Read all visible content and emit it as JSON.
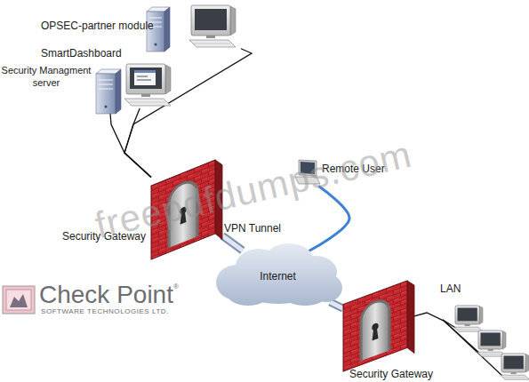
{
  "diagram": {
    "nodes": [
      {
        "text": [
          "OPSEC-partner module"
        ]
      },
      {
        "text": [
          "SmartDashboard"
        ]
      },
      {
        "text": [
          "Security Managment server"
        ]
      },
      {
        "text": [
          "Security Gateway"
        ]
      },
      {
        "text": [
          "Remote User"
        ]
      },
      {
        "text": [
          "Internet"
        ]
      },
      {
        "text": [
          "Security Gateway"
        ]
      },
      {
        "text": [
          "LAN"
        ]
      }
    ],
    "edges": [
      {
        "from": 0,
        "to": 3,
        "arrow": "none"
      },
      {
        "from": 1,
        "to": 3,
        "arrow": "none"
      },
      {
        "from": 2,
        "to": 3,
        "arrow": "none"
      },
      {
        "from": 3,
        "to": 5,
        "label": "VPN Tunnel",
        "arrow": "none"
      },
      {
        "from": 4,
        "to": 5,
        "arrow": "none"
      },
      {
        "from": 5,
        "to": 6,
        "arrow": "none"
      },
      {
        "from": 6,
        "to": 7,
        "arrow": "none"
      }
    ],
    "labels": [
      "freepdfdumps.com",
      "Check Point",
      "®",
      "SOFTWARE TECHNOLOGIES LTD."
    ]
  }
}
